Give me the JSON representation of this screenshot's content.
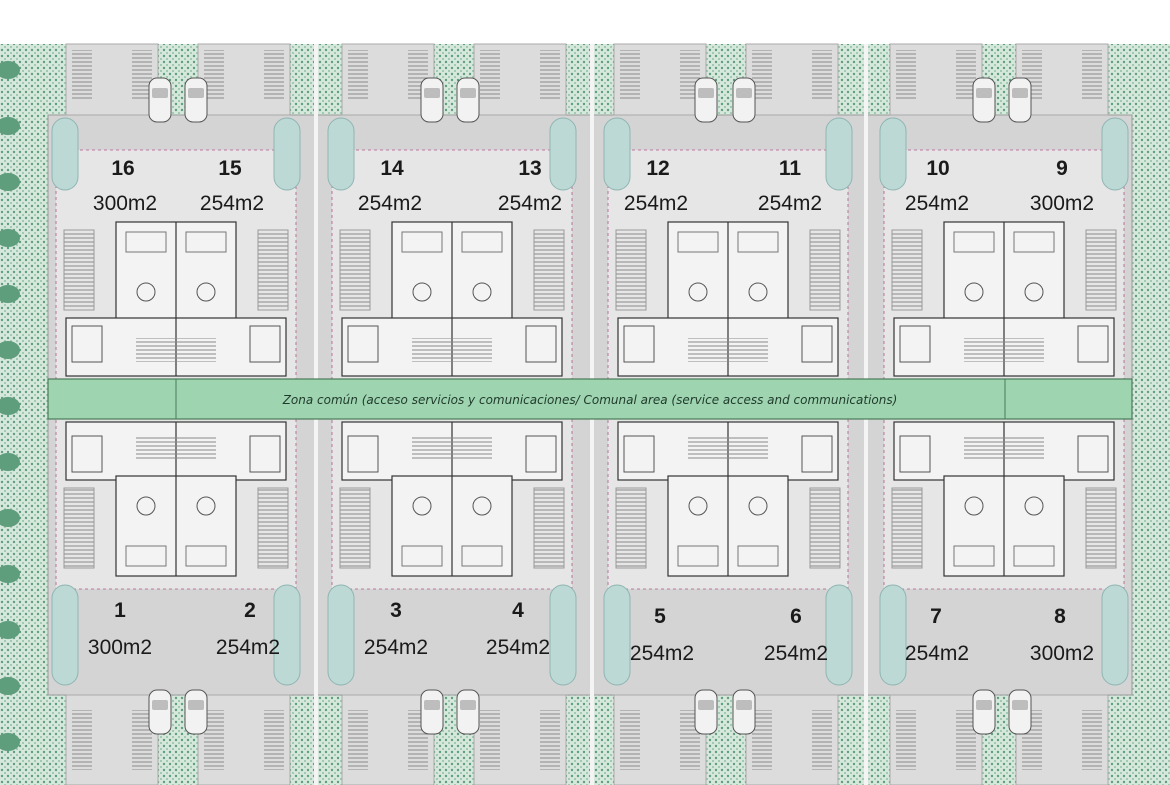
{
  "common_zone": {
    "label": "Zona común (acceso servicios y comunicaciones/ Comunal area (service access and communications)"
  },
  "units": [
    {
      "number": "16",
      "area": "300m2"
    },
    {
      "number": "15",
      "area": "254m2"
    },
    {
      "number": "14",
      "area": "254m2"
    },
    {
      "number": "13",
      "area": "254m2"
    },
    {
      "number": "12",
      "area": "254m2"
    },
    {
      "number": "11",
      "area": "254m2"
    },
    {
      "number": "10",
      "area": "254m2"
    },
    {
      "number": "9",
      "area": "300m2"
    },
    {
      "number": "1",
      "area": "300m2"
    },
    {
      "number": "2",
      "area": "254m2"
    },
    {
      "number": "3",
      "area": "254m2"
    },
    {
      "number": "4",
      "area": "254m2"
    },
    {
      "number": "5",
      "area": "254m2"
    },
    {
      "number": "6",
      "area": "254m2"
    },
    {
      "number": "7",
      "area": "254m2"
    },
    {
      "number": "8",
      "area": "300m2"
    }
  ],
  "colors": {
    "lawn": "#cfe3d6",
    "lawn_dots": "#5f9e7d",
    "paving": "#d9d9d9",
    "plot": "#e7e7e7",
    "band": "#9fd4b0",
    "band_stroke": "#4a7a5a",
    "oval": "#bcd9d6",
    "lines": "#555555"
  }
}
